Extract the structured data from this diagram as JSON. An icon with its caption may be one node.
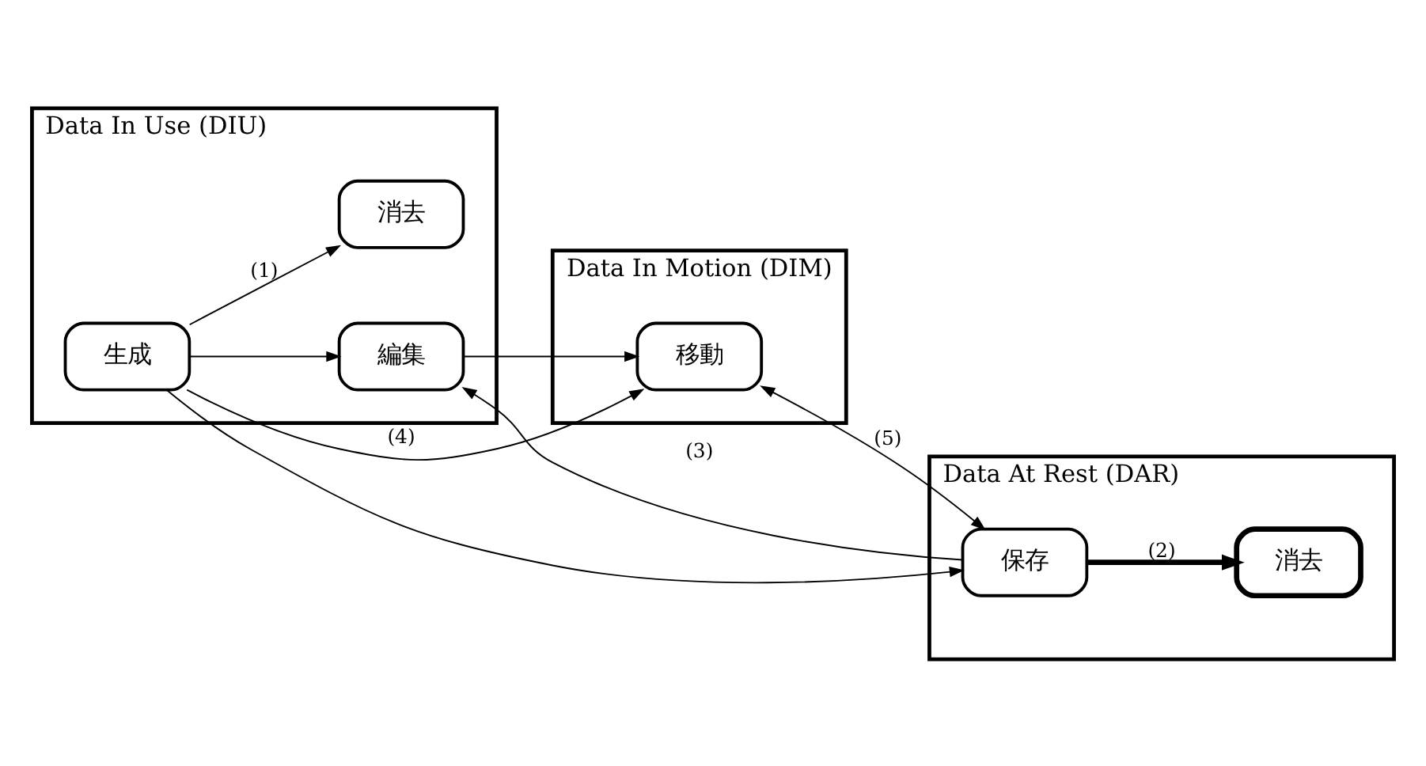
{
  "diagram": {
    "nodes": [
      {
        "text": [
          "Data In Use (DIU)"
        ]
      },
      {
        "text": [
          "生成"
        ],
        "in": 0
      },
      {
        "text": [
          "編集"
        ],
        "in": 0
      },
      {
        "text": [
          "消去"
        ],
        "in": 0
      },
      {
        "text": [
          "Data In Motion (DIM)"
        ]
      },
      {
        "text": [
          "移動"
        ],
        "in": 4
      },
      {
        "text": [
          "Data At Rest (DAR)"
        ]
      },
      {
        "text": [
          "保存"
        ],
        "in": 6
      },
      {
        "text": [
          "消去"
        ],
        "in": 6
      }
    ],
    "edges": [
      {
        "from": 1,
        "to": 3,
        "arrow": "to",
        "label": "(1)"
      },
      {
        "from": 1,
        "to": 2,
        "arrow": "to"
      },
      {
        "from": 1,
        "to": 5,
        "arrow": "to",
        "label": "(4)"
      },
      {
        "from": 2,
        "to": 5,
        "arrow": "to"
      },
      {
        "from": 1,
        "to": 7,
        "arrow": "to"
      },
      {
        "from": 7,
        "to": 2,
        "arrow": "to",
        "label": "(3)"
      },
      {
        "from": 5,
        "to": 7,
        "arrow": "both",
        "label": "(5)"
      },
      {
        "from": 7,
        "to": 8,
        "arrow": "to",
        "label": "(2)",
        "style": "thick"
      }
    ]
  }
}
